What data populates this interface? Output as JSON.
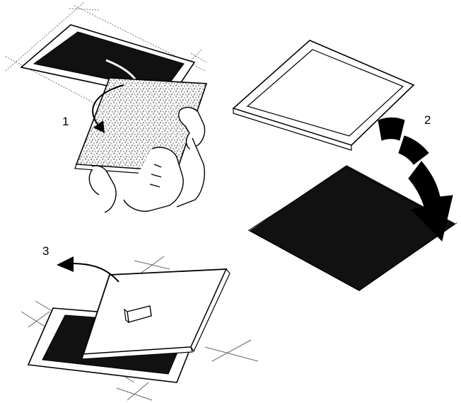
{
  "steps": [
    {
      "label": "1"
    },
    {
      "label": "2"
    },
    {
      "label": "3"
    }
  ],
  "colors": {
    "ink": "#000000",
    "paper": "#ffffff",
    "panel_fill": "#1a1a1a",
    "guide_line": "#999999"
  },
  "icons": {
    "step1_arrow": "curved-arrow-icon",
    "step2_arrow": "segmented-curved-arrow-icon",
    "step3_arrow": "curved-arrow-icon"
  }
}
